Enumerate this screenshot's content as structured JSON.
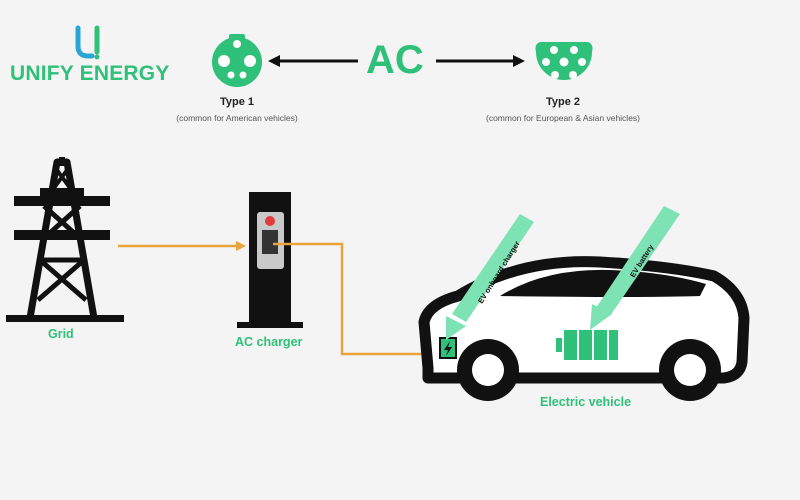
{
  "brand": {
    "name": "UNIFY ENERGY"
  },
  "connectors": {
    "ac_label": "AC",
    "type1": {
      "title": "Type 1",
      "subtitle": "(common for American vehicles)"
    },
    "type2": {
      "title": "Type 2",
      "subtitle": "(common for European & Asian vehicles)"
    }
  },
  "flow": {
    "grid_label": "Grid",
    "charger_label": "AC charger",
    "vehicle_label": "Electric vehicle",
    "onboard_charger_label": "EV onboard charger",
    "battery_label": "EV battery"
  },
  "colors": {
    "accent_green": "#2fc07a",
    "callout_green": "#7de3b5",
    "flow_orange": "#e8a43a",
    "outline": "#111111"
  }
}
